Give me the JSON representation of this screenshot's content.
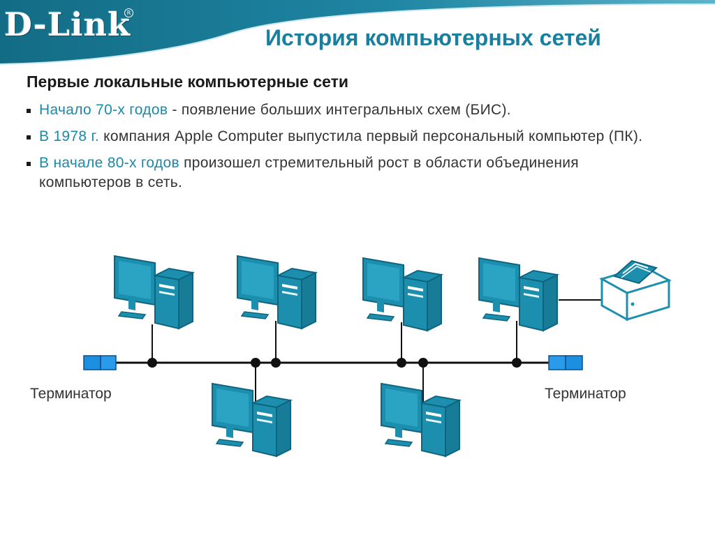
{
  "brand": {
    "logo_text": "D-Link",
    "registered_mark": "R"
  },
  "title": "История компьютерных сетей",
  "subtitle": "Первые локальные компьютерные сети",
  "bullets": [
    {
      "highlight": "Начало 70-х годов",
      "text": " - появление больших интегральных схем (БИС)."
    },
    {
      "highlight": "В 1978 г.",
      "text": " компания Apple Computer выпустила первый персональный компьютер (ПК)."
    },
    {
      "highlight": "В начале 80-х годов",
      "text": " произошел стремительный рост в области объединения компьютеров в сеть."
    }
  ],
  "diagram": {
    "left_terminator_label": "Терминатор",
    "right_terminator_label": "Терминатор",
    "icons": {
      "computer": "computer-icon",
      "printer": "printer-icon",
      "terminator": "terminator-icon"
    }
  },
  "colors": {
    "accent": "#1a8aa8",
    "header": "#1b7a93",
    "device": "#1d8fae"
  }
}
